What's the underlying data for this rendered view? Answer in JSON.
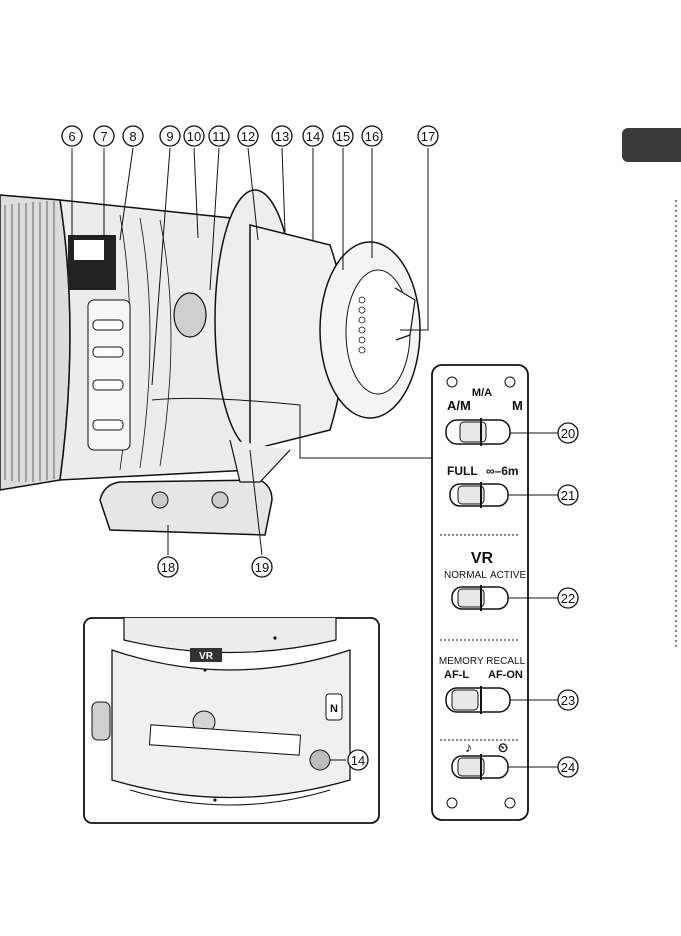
{
  "callouts": {
    "n6": "6",
    "n7": "7",
    "n8": "8",
    "n9": "9",
    "n10": "10",
    "n11": "11",
    "n12": "12",
    "n13": "13",
    "n14": "14",
    "n15": "15",
    "n16": "16",
    "n17": "17",
    "n18": "18",
    "n19": "19",
    "n14b": "14",
    "n20": "20",
    "n21": "21",
    "n22": "22",
    "n23": "23",
    "n24": "24"
  },
  "switch_panel": {
    "focus_mode": {
      "left": "A/M",
      "mid": "M/A",
      "right": "M"
    },
    "focus_limit": {
      "left": "FULL",
      "right": "∞–6m"
    },
    "vr": {
      "title": "VR",
      "left": "NORMAL",
      "right": "ACTIVE"
    },
    "memory": {
      "title": "MEMORY RECALL",
      "left": "AF-L",
      "right": "AF-ON"
    },
    "sound": {
      "left": "♪",
      "right": "⏲"
    }
  },
  "inset": {
    "vr_badge": "VR",
    "button_label": "N"
  },
  "colors": {
    "tab": "#3a3a3a",
    "line": "#111111",
    "metal": "#e9e9e9"
  }
}
